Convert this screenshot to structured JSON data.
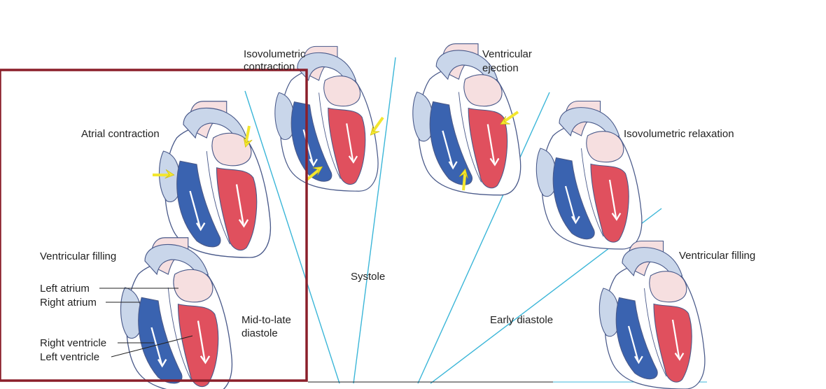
{
  "stages": {
    "isovolumetric_contraction": [
      "Isovolumetric",
      "contraction"
    ],
    "ventricular_ejection": [
      "Ventricular",
      "ejection"
    ],
    "atrial_contraction": "Atrial contraction",
    "isovolumetric_relaxation": "Isovolumetric relaxation",
    "ventricular_filling_left": "Ventricular filling",
    "ventricular_filling_right": "Ventricular filling"
  },
  "phases": {
    "systole": "Systole",
    "mid_to_late_diastole": [
      "Mid-to-late",
      "diastole"
    ],
    "early_diastole": "Early diastole"
  },
  "chambers": {
    "left_atrium": "Left atrium",
    "right_atrium": "Right atrium",
    "right_ventricle": "Right ventricle",
    "left_ventricle": "Left ventricle"
  },
  "colors": {
    "deoxygenated": "#3a63b0",
    "oxygenated": "#e0505e",
    "vessel_light": "#c9d6ea",
    "vessel_pink": "#f6dfe0",
    "divider": "#3bb6d8",
    "arrow": "#f3e62f",
    "highlight_box": "#8b1f2a"
  }
}
